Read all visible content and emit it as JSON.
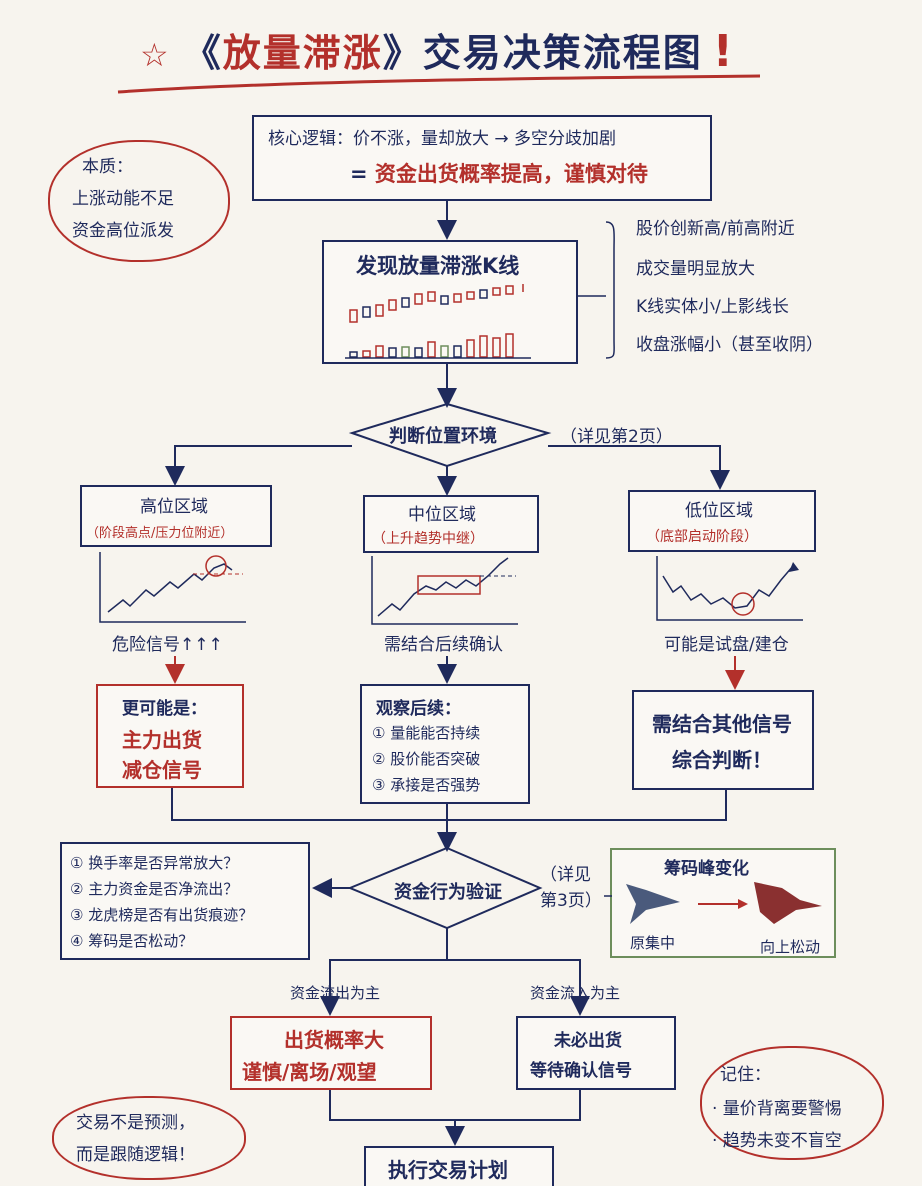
{
  "title": {
    "open": "《",
    "red": "放量滞涨",
    "close": "》",
    "rest": "交易决策流程图",
    "mark": "!"
  },
  "essence_cloud": {
    "head": "本质：",
    "line1": "上涨动能不足",
    "line2": "资金高位派发"
  },
  "core": {
    "line1": "核心逻辑：价不涨，量却放大 → 多空分歧加剧",
    "line2_eq": "= ",
    "line2_red": "资金出货概率提高，谨慎对待"
  },
  "find_kline": {
    "label": "发现放量滞涨K线"
  },
  "kline_features": [
    "股价创新高/前高附近",
    "成交量明显放大",
    "K线实体小/上影线长",
    "收盘涨幅小（甚至收阴）"
  ],
  "judge": {
    "label": "判断位置环境",
    "note": "（详见第2页）"
  },
  "zones": [
    {
      "title": "高位区域",
      "sub": "（阶段高点/压力位附近）",
      "result": "危险信号↑↑↑",
      "box_head": "更可能是：",
      "box_lines": [
        "主力出货",
        "减仓信号"
      ]
    },
    {
      "title": "中位区域",
      "sub": "（上升趋势中继）",
      "result": "需结合后续确认",
      "box_head": "观察后续：",
      "box_lines": [
        "① 量能能否持续",
        "② 股价能否突破",
        "③ 承接是否强势"
      ]
    },
    {
      "title": "低位区域",
      "sub": "（底部启动阶段）",
      "result": "可能是试盘/建仓",
      "box_head": "",
      "box_lines": [
        "需结合其他信号",
        "综合判断！"
      ]
    }
  ],
  "verify": {
    "label": "资金行为验证",
    "note": "（详见第3页）",
    "checks": [
      "① 换手率是否异常放大？",
      "② 主力资金是否净流出？",
      "③ 龙虎榜是否有出货痕迹？",
      "④ 筹码是否松动？"
    ],
    "chip": {
      "title": "筹码峰变化",
      "left": "原集中",
      "right": "向上松动"
    }
  },
  "outflow": {
    "branch": "资金流出为主",
    "line1": "出货概率大",
    "line2": "谨慎/离场/观望"
  },
  "inflow": {
    "branch": "资金流入为主",
    "line1": "未必出货",
    "line2": "等待确认信号"
  },
  "remember": {
    "head": "记住：",
    "items": [
      "· 量价背离要警惕",
      "· 趋势未变不盲空"
    ]
  },
  "bottom_cloud": {
    "line1": "交易不是预测，",
    "line2": "而是跟随逻辑！"
  },
  "execute": {
    "label": "执行交易计划"
  },
  "colors": {
    "navy": "#1f2a5c",
    "red": "#b3302b",
    "green": "#6d8e5c",
    "paper": "#f7f4ee"
  }
}
